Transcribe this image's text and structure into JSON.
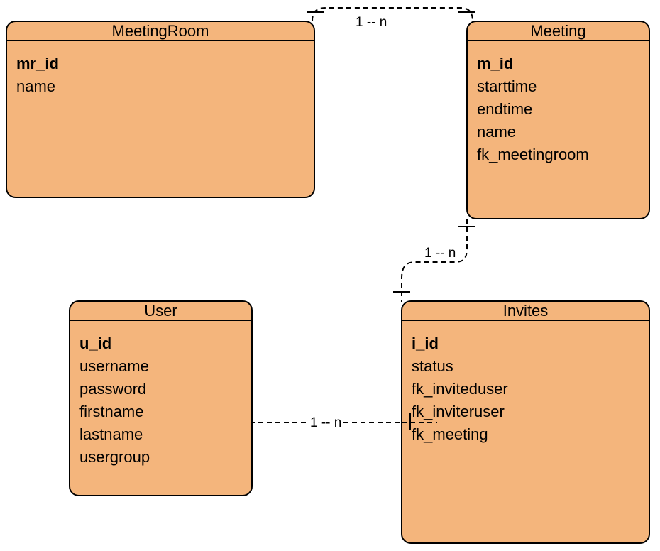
{
  "colors": {
    "entity_fill": "#f4b57c",
    "stroke": "#000000",
    "background": "#ffffff"
  },
  "entities": {
    "meetingroom": {
      "title": "MeetingRoom",
      "fields": [
        {
          "name": "mr_id",
          "primary_key": true
        },
        {
          "name": "name",
          "primary_key": false
        }
      ]
    },
    "meeting": {
      "title": "Meeting",
      "fields": [
        {
          "name": "m_id",
          "primary_key": true
        },
        {
          "name": "starttime",
          "primary_key": false
        },
        {
          "name": "endtime",
          "primary_key": false
        },
        {
          "name": "name",
          "primary_key": false
        },
        {
          "name": "fk_meetingroom",
          "primary_key": false
        }
      ]
    },
    "user": {
      "title": "User",
      "fields": [
        {
          "name": "u_id",
          "primary_key": true
        },
        {
          "name": "username",
          "primary_key": false
        },
        {
          "name": "password",
          "primary_key": false
        },
        {
          "name": "firstname",
          "primary_key": false
        },
        {
          "name": "lastname",
          "primary_key": false
        },
        {
          "name": "usergroup",
          "primary_key": false
        }
      ]
    },
    "invites": {
      "title": "Invites",
      "fields": [
        {
          "name": "i_id",
          "primary_key": true
        },
        {
          "name": "status",
          "primary_key": false
        },
        {
          "name": "fk_inviteduser",
          "primary_key": false
        },
        {
          "name": "fk_inviteruser",
          "primary_key": false
        },
        {
          "name": "fk_meeting",
          "primary_key": false
        }
      ]
    }
  },
  "relationships": [
    {
      "from": "MeetingRoom",
      "to": "Meeting",
      "label": "1 -- n"
    },
    {
      "from": "Meeting",
      "to": "Invites",
      "label": "1 -- n"
    },
    {
      "from": "User",
      "to": "Invites",
      "label": "1 -- n"
    }
  ]
}
